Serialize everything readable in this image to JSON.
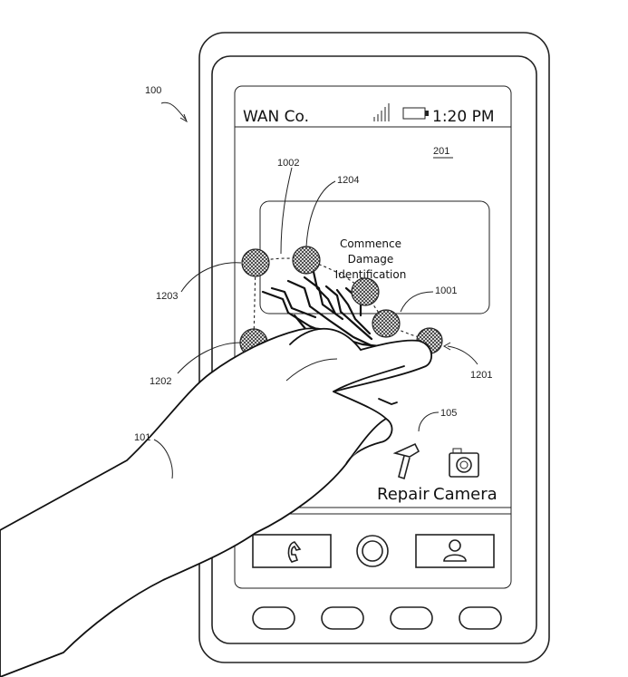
{
  "status_bar": {
    "carrier": "WAN Co.",
    "time": "1:20 PM"
  },
  "dialog": {
    "line1": "Commence",
    "line2": "Damage",
    "line3": "Identification"
  },
  "apps": [
    {
      "label": "Repair",
      "icon": "hammer-icon"
    },
    {
      "label": "Camera",
      "icon": "camera-icon"
    }
  ],
  "nav_buttons": [
    {
      "icon": "phone-icon"
    },
    {
      "icon": "home-circle-icon"
    },
    {
      "icon": "contact-icon"
    }
  ],
  "reference_numerals": {
    "device": "100",
    "hand": "101",
    "app_icon": "105",
    "screen": "201",
    "crack": "1001",
    "dashed_path": "1002",
    "point_1201": "1201",
    "point_1202": "1202",
    "point_1203": "1203",
    "point_1204": "1204"
  }
}
